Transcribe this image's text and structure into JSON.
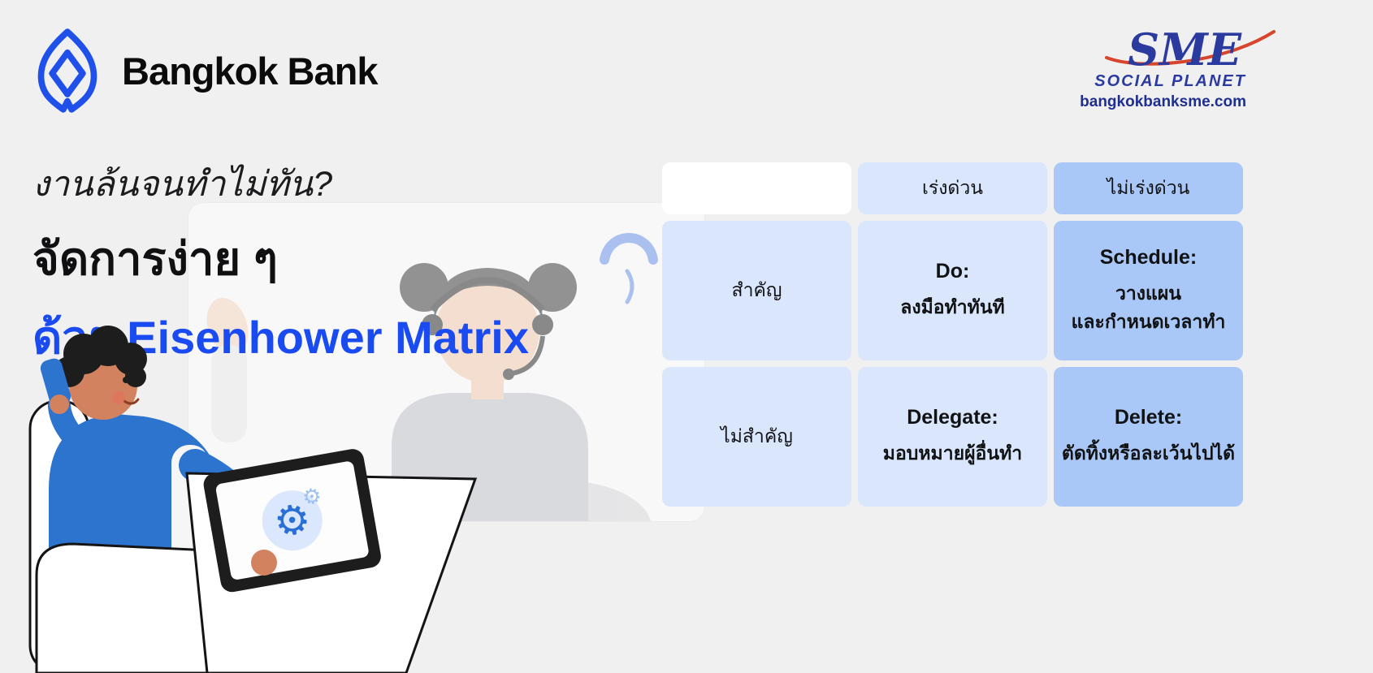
{
  "brand": {
    "name": "Bangkok Bank",
    "logo_color": "#1f51ea"
  },
  "sme_badge": {
    "title": "SME",
    "subtitle": "SOCIAL PLANET",
    "website": "bangkokbanksme.com"
  },
  "headline": {
    "line1": "งานล้นจนทำไม่ทัน?",
    "line2": "จัดการง่าย ๆ",
    "line3": "ด้วย Eisenhower Matrix"
  },
  "matrix": {
    "col_headers": [
      "เร่งด่วน",
      "ไม่เร่งด่วน"
    ],
    "row_headers": [
      "สำคัญ",
      "ไม่สำคัญ"
    ],
    "cells": {
      "do": {
        "title": "Do:",
        "body": "ลงมือทำทันที"
      },
      "schedule": {
        "title": "Schedule:",
        "body": "วางแผน\nและกำหนดเวลาทำ"
      },
      "delegate": {
        "title": "Delegate:",
        "body": "มอบหมายผู้อื่นทำ"
      },
      "delete": {
        "title": "Delete:",
        "body": "ตัดทิ้งหรือละเว้นไปได้"
      }
    }
  },
  "icons": {
    "gear_large": "⚙",
    "gear_small": "⚙"
  },
  "colors": {
    "cell_light": "#d9e6fc",
    "cell_dark": "#a9c8f8",
    "headline_blue": "#1a4bf0",
    "brand_blue": "#1f51ea",
    "sme_blue": "#2b3a9e",
    "sme_red": "#d6452c",
    "background": "#f0f0f1"
  }
}
